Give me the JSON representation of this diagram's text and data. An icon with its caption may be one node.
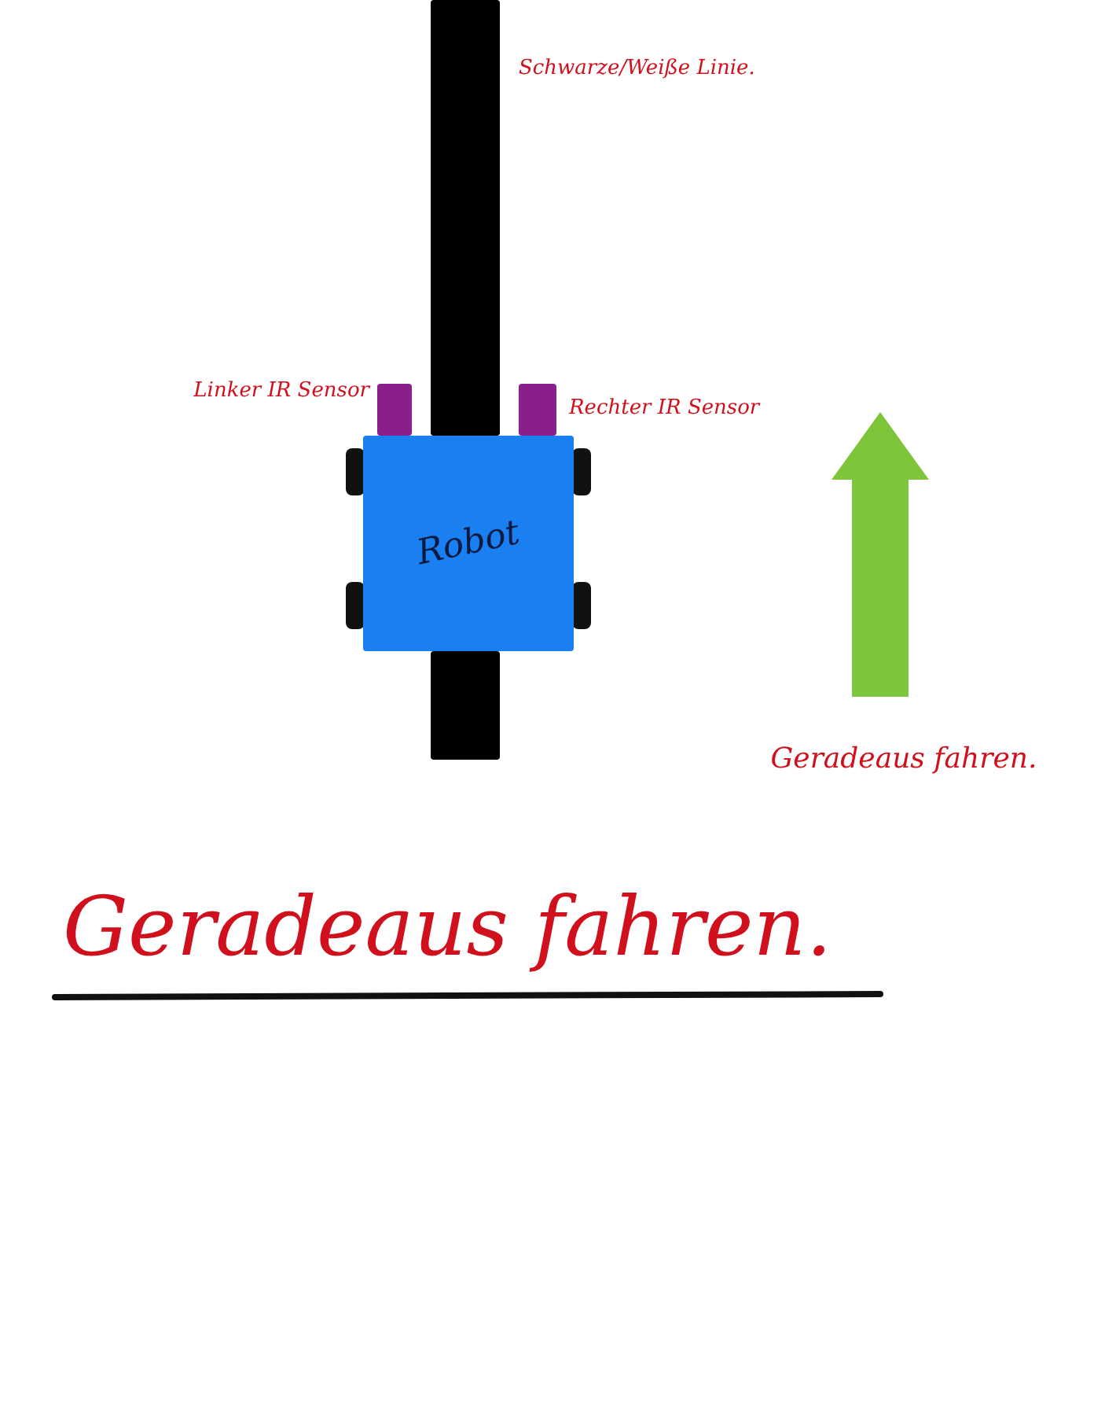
{
  "diagram": {
    "title": "Geradeaus fahren.",
    "nodes": [
      {
        "text": [],
        "shape": "bar",
        "beside": [
          "Schwarze/Weiße Linie."
        ]
      },
      {
        "text": [],
        "shape": "box",
        "beside": [
          "Linker IR Sensor"
        ]
      },
      {
        "text": [],
        "shape": "box",
        "beside": [
          "Rechter IR Sensor"
        ]
      },
      {
        "text": [
          "Robot"
        ]
      }
    ],
    "labels": [
      "Geradeaus fahren."
    ]
  }
}
